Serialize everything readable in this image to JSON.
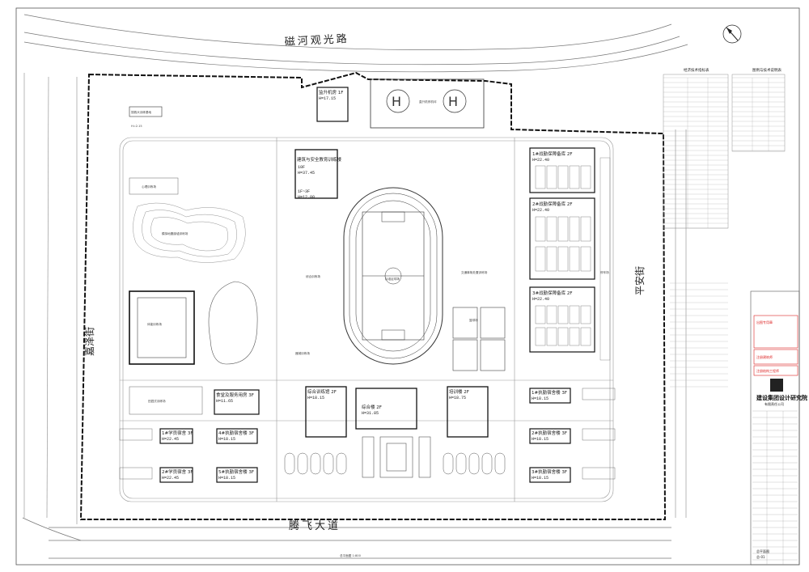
{
  "roads": {
    "north": "磁河观光路",
    "south": "腾飞大道",
    "west": "嘉泽街",
    "east": "平安街"
  },
  "buildings": {
    "b1": {
      "name": "监升机房 1F",
      "height": "H=17.15"
    },
    "b2": {
      "name": "建筑与安全教育训练楼",
      "floors": "10F",
      "height": "H=37.45",
      "sub_floors": "1F~3F",
      "sub_height": "H=12.00"
    },
    "b3": {
      "name": "1#战勤保障备库 2F",
      "height": "H=22.40"
    },
    "b4": {
      "name": "2#战勤保障备库 2F",
      "height": "H=22.40"
    },
    "b5": {
      "name": "3#战勤保障备库 2F",
      "height": "H=22.40"
    },
    "b6": {
      "name": "综合训练馆 2F",
      "height": "H=18.15"
    },
    "b7": {
      "name": "综合楼 2F",
      "height": "H=31.85"
    },
    "b8": {
      "name": "培训楼 2F",
      "height": "H=18.75"
    },
    "b9": {
      "name": "食堂及服务用房 3F",
      "height": "H=11.65"
    },
    "b10": {
      "name": "1#学员宿舍 3F",
      "height": "H=22.45"
    },
    "b11": {
      "name": "2#学员宿舍 3F",
      "height": "H=22.45"
    },
    "b12": {
      "name": "4#执勤宿舍楼 3F",
      "height": "H=18.15"
    },
    "b13": {
      "name": "5#执勤宿舍楼 3F",
      "height": "H=18.15"
    },
    "b14": {
      "name": "1#执勤宿舍楼 3F",
      "height": "H=18.15"
    },
    "b15": {
      "name": "2#执勤宿舍楼 3F",
      "height": "H=18.15"
    },
    "b16": {
      "name": "3#执勤宿舍楼 3F",
      "height": "H=18.15"
    },
    "b17": {
      "name": "搜救犬训练基地",
      "height": "H=2.15"
    }
  },
  "areas": {
    "a1": "综合训练场",
    "a2": "交通事故处置训练场",
    "a3": "田园式训练场",
    "a4": "停车场",
    "a5": "直升机停机坪",
    "a6": "心理训练场",
    "a7": "模拟地震废墟训练场",
    "a8": "体能训练场",
    "a9": "标准足球场",
    "a10": "篮球场",
    "a11": "器械训练场"
  },
  "title_block": {
    "company": "建设集团设计研究院",
    "company_sub": "有限责任公司",
    "stamp1": "出图专用章",
    "stamp2": "注册建筑师",
    "stamp3": "注册结构工程师",
    "drawing_no": "总-01",
    "drawing_name": "总平面图"
  },
  "tables": {
    "t1_title": "经济技术指标表",
    "t2_title": "图例与技术说明表"
  },
  "bottom_label": "总平面图 1:800"
}
